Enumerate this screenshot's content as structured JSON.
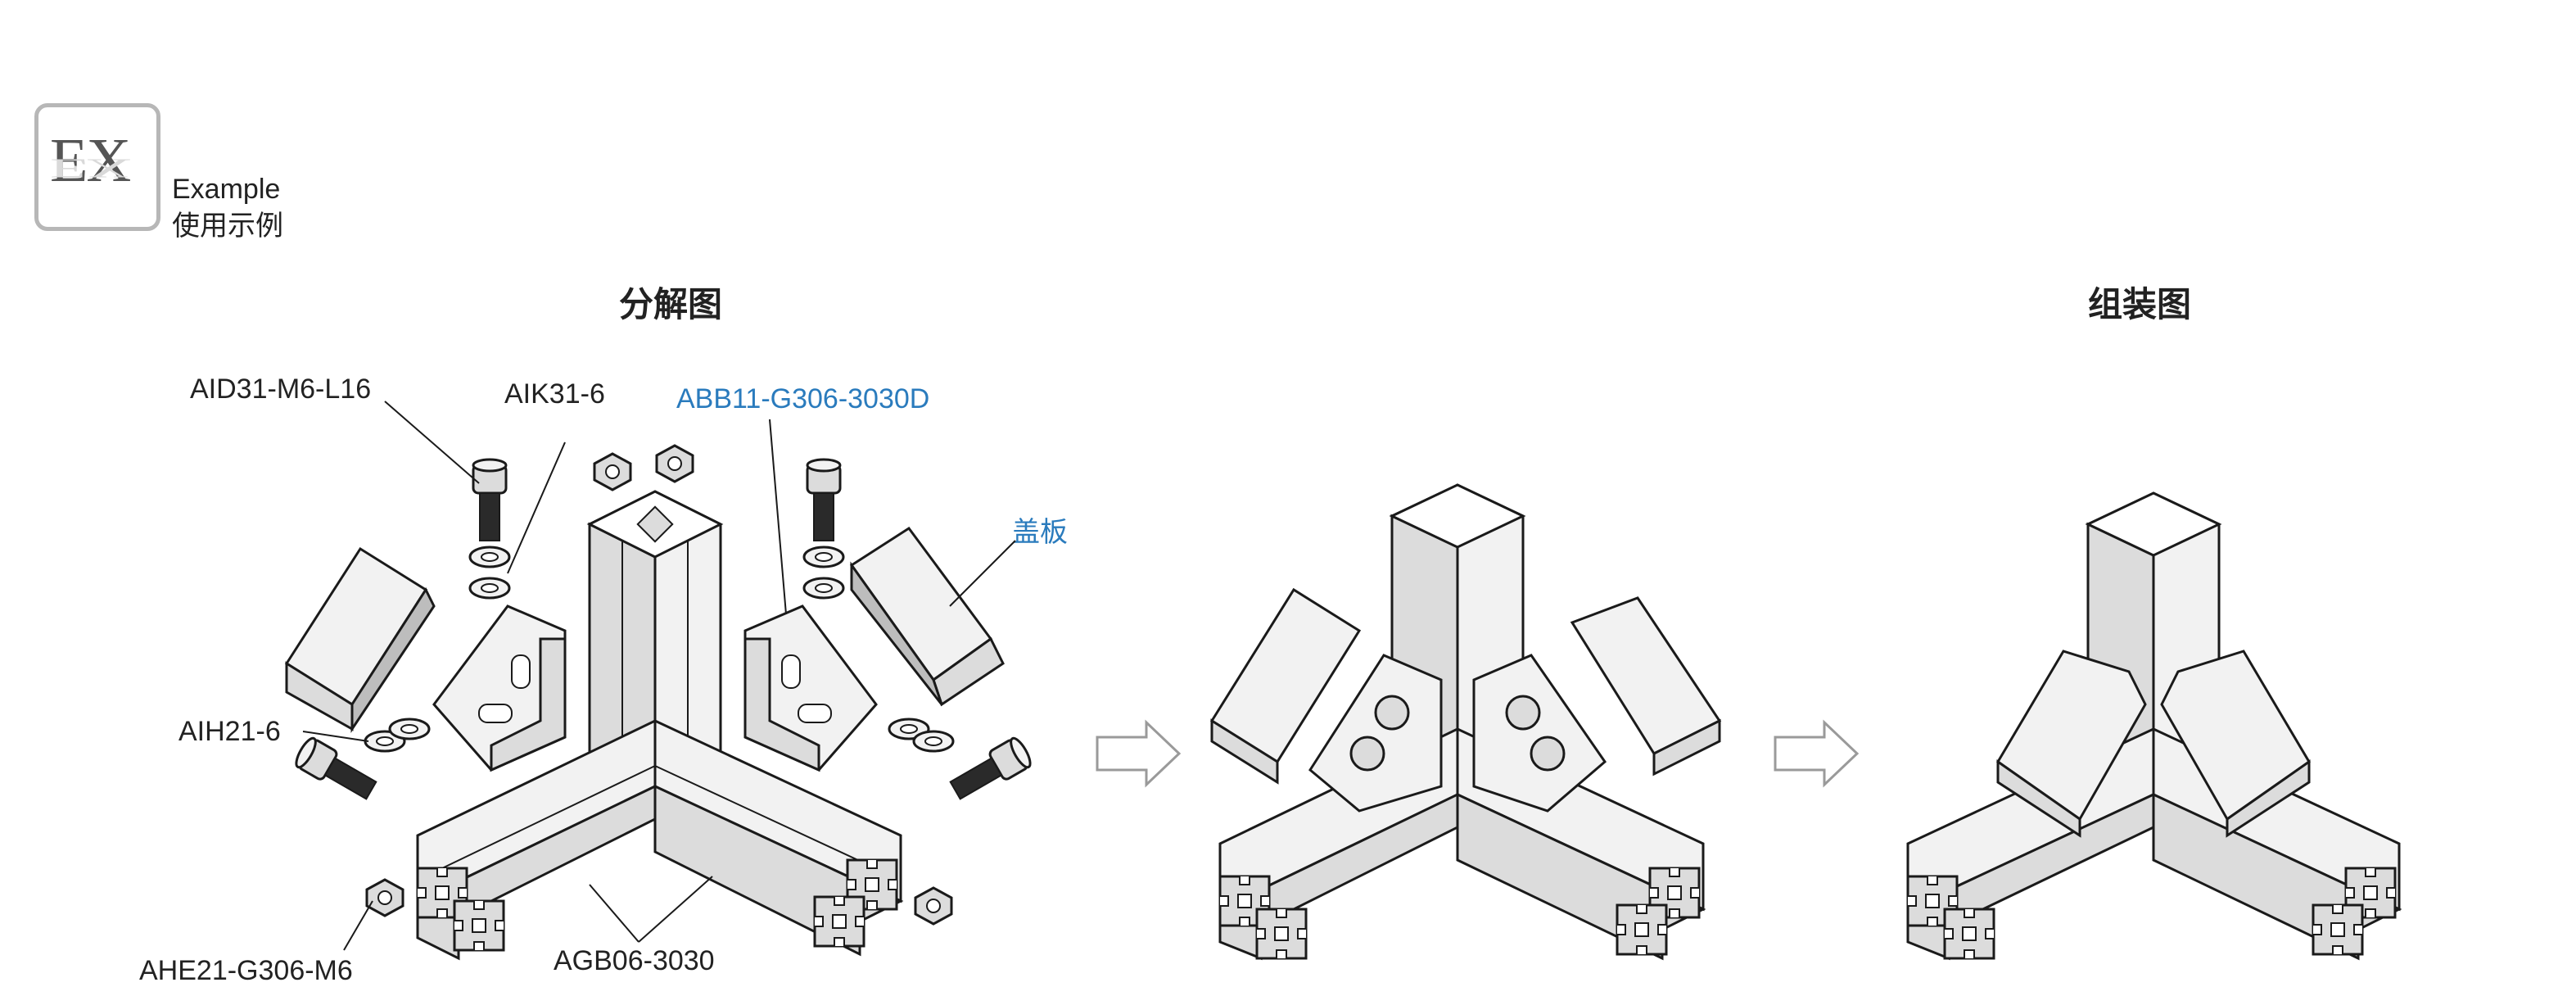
{
  "example": {
    "logo_text": "EX",
    "label_en": "Example",
    "label_cn": "使用示例"
  },
  "sections": {
    "exploded_title": "分解图",
    "assembled_title": "组装图"
  },
  "parts": {
    "bolt": "AID31-M6-L16",
    "spring_washer": "AIK31-6",
    "bracket": "ABB11-G306-3030D",
    "cover": "盖板",
    "washer": "AIH21-6",
    "nut": "AHE21-G306-M6",
    "profile": "AGB06-3030"
  },
  "colors": {
    "line": "#1a1a1a",
    "face_light": "#f2f2f2",
    "face_mid": "#dcdcdc",
    "face_dark": "#bdbdbd",
    "accent_blue": "#2a7bbd"
  }
}
